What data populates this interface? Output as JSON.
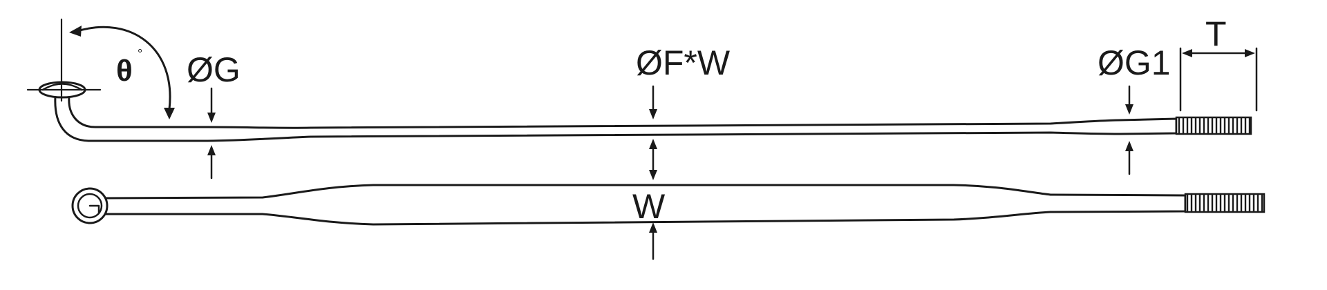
{
  "labels": {
    "theta": "θ",
    "degree": "°",
    "head_diameter": "ØG",
    "middle_diameter": "ØF*W",
    "end_diameter": "ØG1",
    "thread_length": "T",
    "flat_width": "W"
  },
  "colors": {
    "line": "#1a1a1a",
    "background": "#ffffff"
  }
}
